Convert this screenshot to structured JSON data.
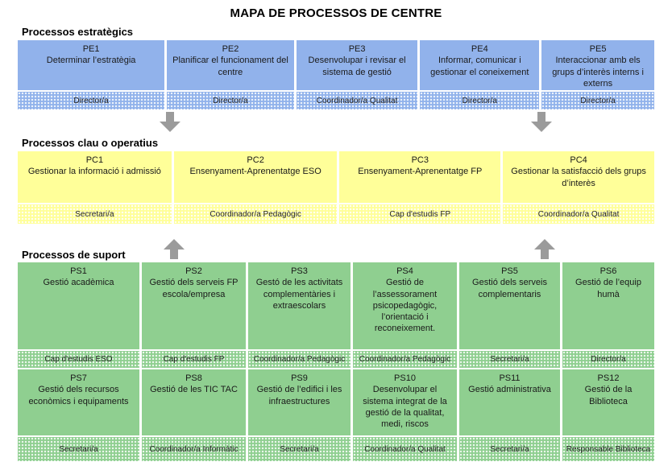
{
  "title": "MAPA DE PROCESSOS DE CENTRE",
  "colors": {
    "strategic_fill": "#91B2EB",
    "operative_fill": "#FFFF99",
    "support_fill": "#8FCF90",
    "arrow": "#9B9B9B",
    "role_dot_pattern": "#FFFFFF"
  },
  "strategic": {
    "heading": "Processos estratègics",
    "items": [
      {
        "code": "PE1",
        "name": "Determinar l’estratègia",
        "role": "Director/a"
      },
      {
        "code": "PE2",
        "name": "Planificar el funcionament del centre",
        "role": "Director/a"
      },
      {
        "code": "PE3",
        "name": "Desenvolupar i revisar el sistema de gestió",
        "role": "Coordinador/a Qualitat"
      },
      {
        "code": "PE4",
        "name": "Informar, comunicar i gestionar el coneixement",
        "role": "Director/a"
      },
      {
        "code": "PE5",
        "name": "Interaccionar amb els grups d’interès interns i externs",
        "role": "Director/a"
      }
    ]
  },
  "operative": {
    "heading": "Processos clau o operatius",
    "items": [
      {
        "code": "PC1",
        "name": "Gestionar la informació i admissió",
        "role": "Secretari/a"
      },
      {
        "code": "PC2",
        "name": "Ensenyament-Aprenentatge ESO",
        "role": "Coordinador/a Pedagògic"
      },
      {
        "code": "PC3",
        "name": "Ensenyament-Aprenentatge FP",
        "role": "Cap d'estudis FP"
      },
      {
        "code": "PC4",
        "name": "Gestionar la satisfacció dels grups d’interès",
        "role": "Coordinador/a Qualitat"
      }
    ]
  },
  "support": {
    "heading": "Processos de suport",
    "row1": [
      {
        "code": "PS1",
        "name": "Gestió acadèmica",
        "role": "Cap d'estudis ESO"
      },
      {
        "code": "PS2",
        "name": "Gestió dels serveis FP escola/empresa",
        "role": "Cap d'estudis FP"
      },
      {
        "code": "PS3",
        "name": "Gestó de les activitats complementàries i extraescolars",
        "role": "Coordinador/a Pedagògic"
      },
      {
        "code": "PS4",
        "name": "Gestió de l’assessorament psicopedagògic, l’orientació i reconeixement.",
        "role": "Coordinador/a Pedagògic"
      },
      {
        "code": "PS5",
        "name": "Gestió dels serveis complementaris",
        "role": "Secretari/a"
      },
      {
        "code": "PS6",
        "name": "Gestió de l’equip humà",
        "role": "Director/a"
      }
    ],
    "row2": [
      {
        "code": "PS7",
        "name": "Gestió dels recursos econòmics i equipaments",
        "role": "Secretari/a"
      },
      {
        "code": "PS8",
        "name": "Gestió de les TIC TAC",
        "role": "Coordinador/a Informàtic"
      },
      {
        "code": "PS9",
        "name": "Gestió de l’edifici i les infraestructures",
        "role": "Secretari/a"
      },
      {
        "code": "PS10",
        "name": "Desenvolupar el sistema integrat de la gestió de la qualitat, medi, riscos",
        "role": "Coordinador/a Qualitat"
      },
      {
        "code": "PS11",
        "name": "Gestió administrativa",
        "role": "Secretari/a"
      },
      {
        "code": "PS12",
        "name": "Gestió de la Biblioteca",
        "role": "Responsable Biblioteca"
      }
    ]
  }
}
